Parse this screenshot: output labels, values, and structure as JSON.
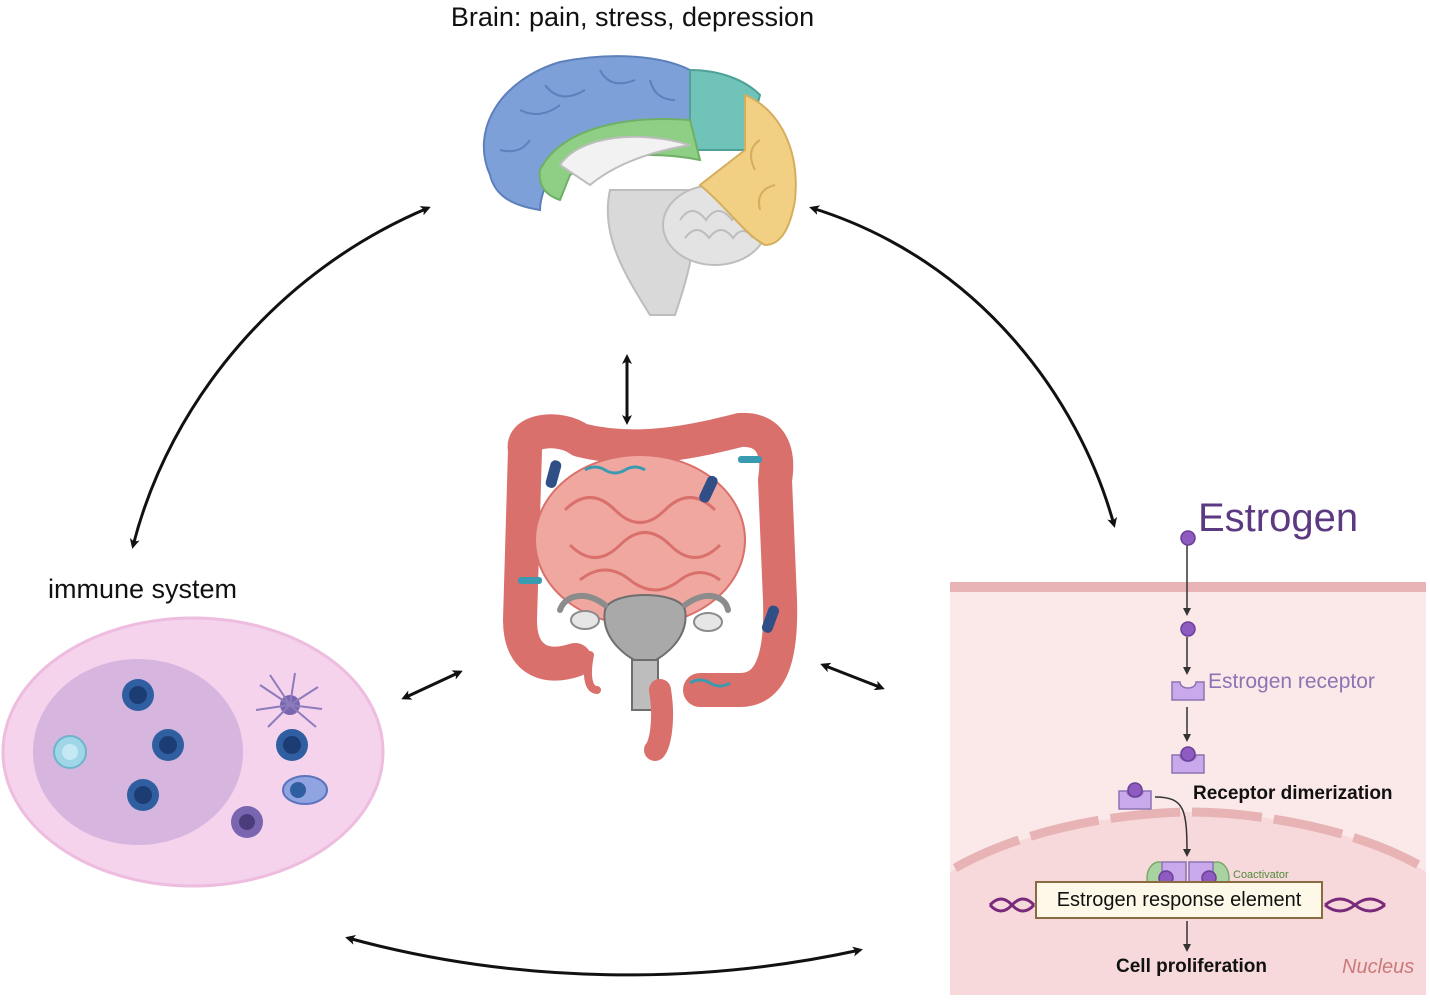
{
  "labels": {
    "brain": "Brain: pain, stress, depression",
    "immune": "immune system",
    "estrogen": "Estrogen",
    "estrogen_receptor": "Estrogen receptor",
    "receptor_dimerization": "Receptor dimerization",
    "coactivator": "Coactivator",
    "estrogen_response_element": "Estrogen response element",
    "cell_proliferation": "Cell proliferation",
    "nucleus": "Nucleus"
  },
  "colors": {
    "frontal_lobe": "#7ea0d8",
    "parietal_lobe": "#6fc3b8",
    "occipital_lobe": "#f1d083",
    "cingulate": "#8fcf85",
    "brainstem": "#d4d4d4",
    "gut": "#e68a86",
    "cell_bg": "#fbe9ea",
    "membrane": "#e7b3b5",
    "receptor": "#c9a8ec",
    "estrogen_dot": "#8e5cc0",
    "coactivator_color": "#a9d3a0",
    "dna": "#7a2a7a",
    "immune_outer": "#f5d3ec",
    "immune_inner": "#d6b6de",
    "immune_cell": "#2f5fa0",
    "arrow": "#111111"
  }
}
